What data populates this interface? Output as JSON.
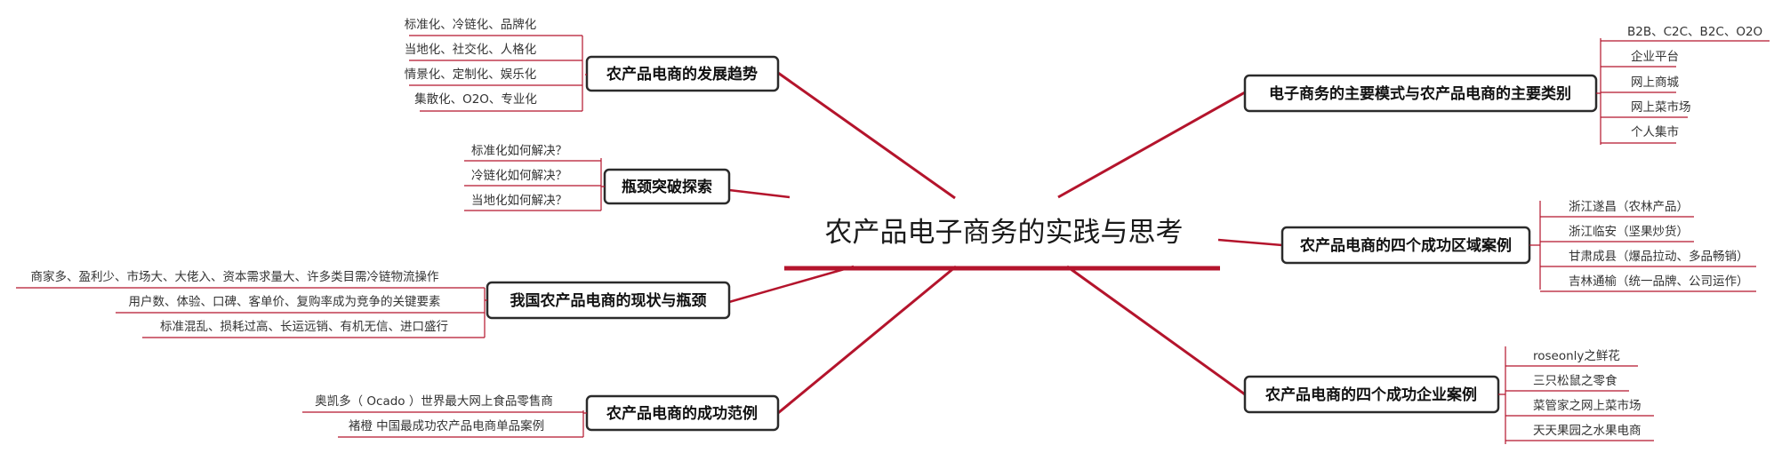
{
  "central": {
    "title": "农产品电子商务的实践与思考"
  },
  "colors": {
    "accent": "#b4142c",
    "box_border": "#2b2b2b",
    "text": "#111111"
  },
  "branches": {
    "trend": {
      "title": "农产品电商的发展趋势",
      "items": [
        "标准化、冷链化、品牌化",
        "当地化、社交化、人格化",
        "情景化、定制化、娱乐化",
        "集散化、O2O、专业化"
      ]
    },
    "bottleneck": {
      "title": "瓶颈突破探索",
      "items": [
        "标准化如何解决？",
        "冷链化如何解决？",
        "当地化如何解决？"
      ]
    },
    "status": {
      "title": "我国农产品电商的现状与瓶颈",
      "items": [
        "商家多、盈利少、市场大、大佬入、资本需求量大、许多类目需冷链物流操作",
        "用户数、体验、口碑、客单价、复购率成为竞争的关键要素",
        "标准混乱、损耗过高、长运远销、有机无信、进口盛行"
      ]
    },
    "example": {
      "title": "农产品电商的成功范例",
      "items": [
        "奥凯多（ Ocado ）世界最大网上食品零售商",
        "褚橙 中国最成功农产品电商单品案例"
      ]
    },
    "modes": {
      "title": "电子商务的主要模式与农产品电商的主要类别",
      "items": [
        "B2B、C2C、B2C、O2O",
        "企业平台",
        "网上商城",
        "网上菜市场",
        "个人集市"
      ]
    },
    "regions": {
      "title": "农产品电商的四个成功区域案例",
      "items": [
        "浙江遂昌（农林产品）",
        "浙江临安（坚果炒货）",
        "甘肃成县（爆品拉动、多品畅销）",
        "吉林通榆（统一品牌、公司运作）"
      ]
    },
    "companies": {
      "title": "农产品电商的四个成功企业案例",
      "items": [
        "roseonly之鲜花",
        "三只松鼠之零食",
        "菜管家之网上菜市场",
        "天天果园之水果电商"
      ]
    }
  }
}
